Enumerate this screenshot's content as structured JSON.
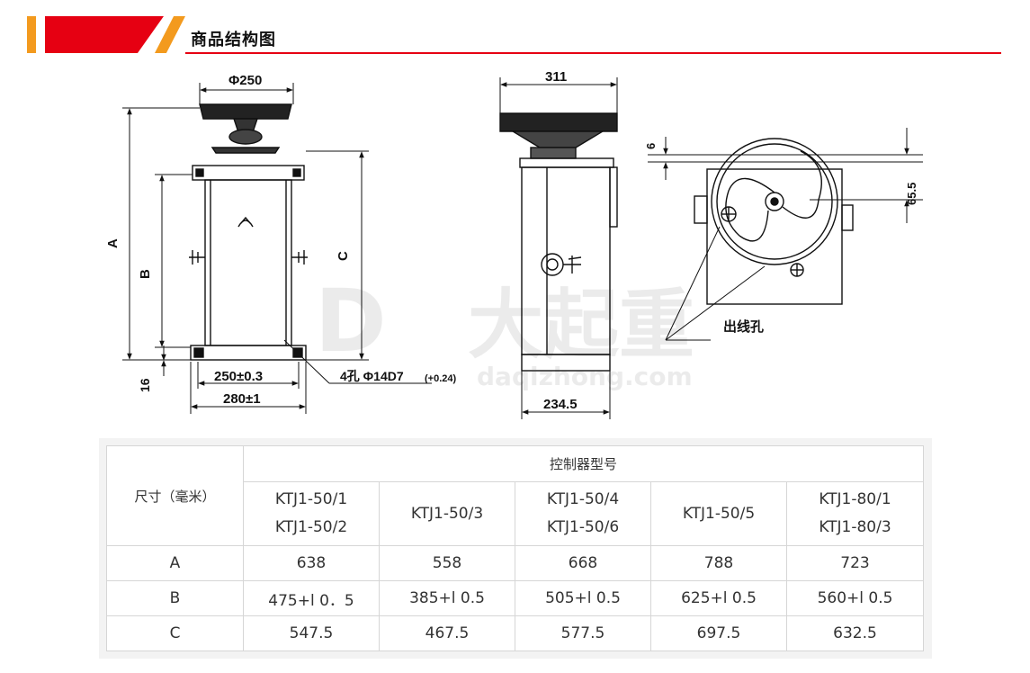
{
  "header": {
    "title": "商品结构图",
    "colors": {
      "accent_red": "#e60012",
      "accent_orange": "#f39a1e"
    }
  },
  "drawing": {
    "labels": {
      "top_diameter": "Φ250",
      "dim_a": "A",
      "dim_b": "B",
      "dim_c": "C",
      "base_thickness": "16",
      "hole_spacing": "250±0.3",
      "base_width": "280±1",
      "holes_main": "4孔 Φ14D7",
      "holes_tol": "(+0.24)",
      "side_width": "311",
      "side_depth": "234.5",
      "top_offset": "6",
      "wheel_height": "65.5",
      "outlet_hole": "出线孔"
    },
    "watermark": {
      "brand": "大起重",
      "url": "daqizhong.com"
    }
  },
  "table": {
    "corner": "尺寸（毫米）",
    "group_header": "控制器型号",
    "models": [
      {
        "line1": "KTJ1-50/1",
        "line2": "KTJ1-50/2"
      },
      {
        "line1": "KTJ1-50/3",
        "line2": ""
      },
      {
        "line1": "KTJ1-50/4",
        "line2": "KTJ1-50/6"
      },
      {
        "line1": "KTJ1-50/5",
        "line2": ""
      },
      {
        "line1": "KTJ1-80/1",
        "line2": "KTJ1-80/3"
      }
    ],
    "rows": [
      {
        "label": "A",
        "values": [
          "638",
          "558",
          "668",
          "788",
          "723"
        ]
      },
      {
        "label": "B",
        "values": [
          "475+l 0．5",
          "385+l 0.5",
          "505+l 0.5",
          "625+l 0.5",
          "560+l 0.5"
        ]
      },
      {
        "label": "C",
        "values": [
          "547.5",
          "467.5",
          "577.5",
          "697.5",
          "632.5"
        ]
      }
    ]
  }
}
